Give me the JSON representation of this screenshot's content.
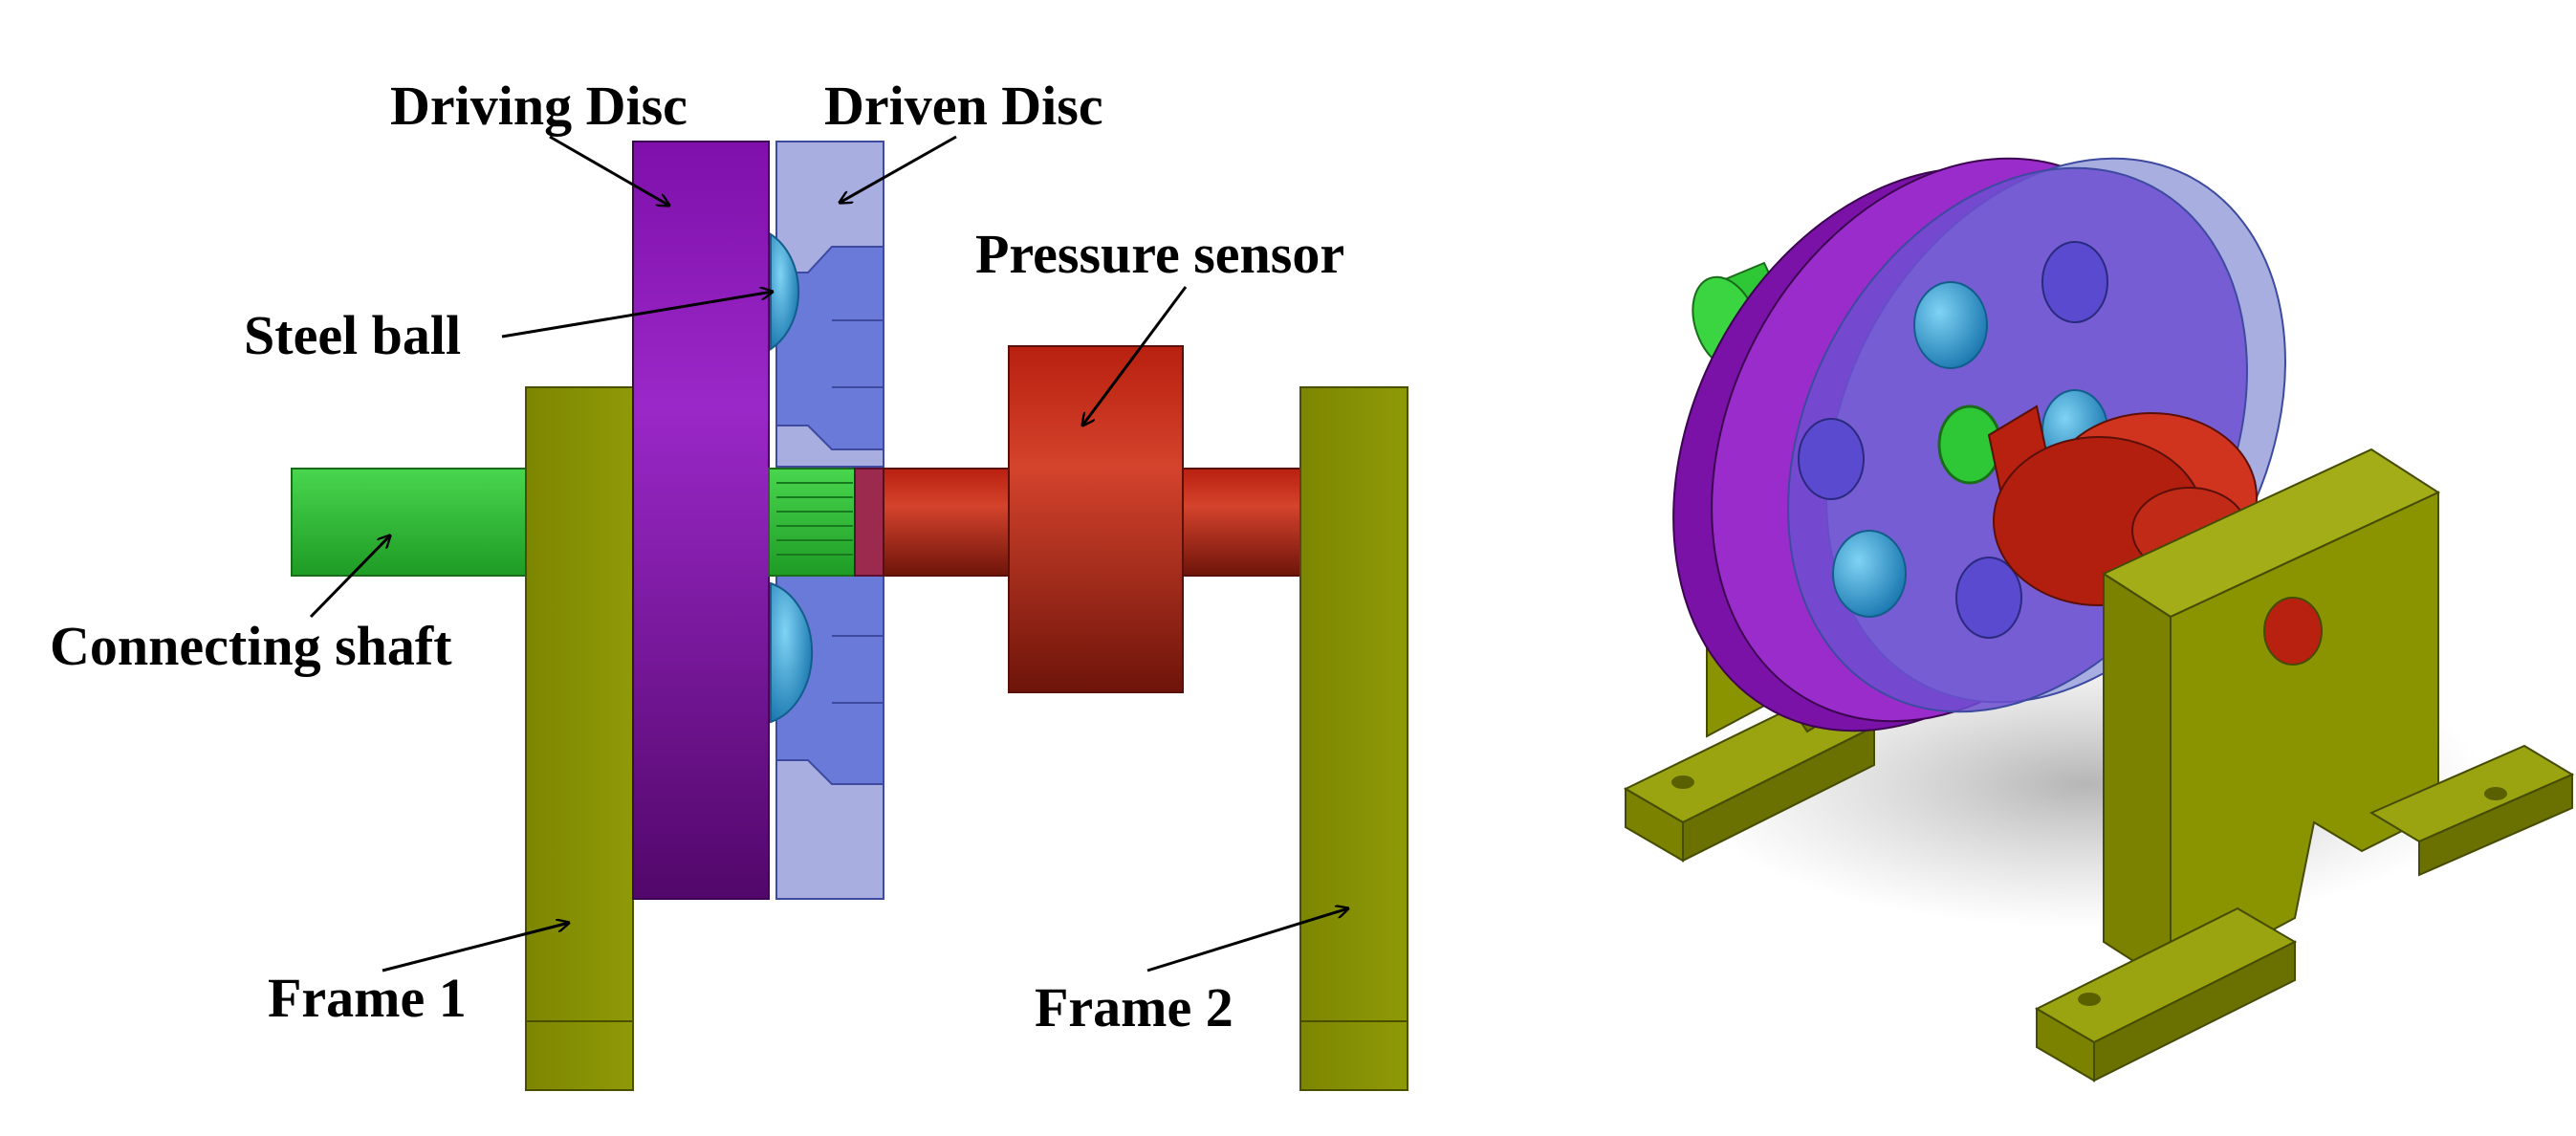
{
  "labels": {
    "driving_disc": "Driving Disc",
    "driven_disc": "Driven Disc",
    "steel_ball": "Steel ball",
    "pressure_sensor": "Pressure sensor",
    "connecting_shaft": "Connecting shaft",
    "frame_1": "Frame 1",
    "frame_2": "Frame 2"
  },
  "colors": {
    "frame": "#8a9300",
    "frame_dark": "#5f6600",
    "driving_disc": "#8a15b8",
    "driving_disc_dark": "#57086f",
    "driven_disc": "#a8aee0",
    "driven_disc_inner": "#5f72d6",
    "steel_ball": "#3aa8d8",
    "shaft": "#2ec735",
    "sensor": "#c82a18",
    "sensor_dark": "#7a170c"
  }
}
